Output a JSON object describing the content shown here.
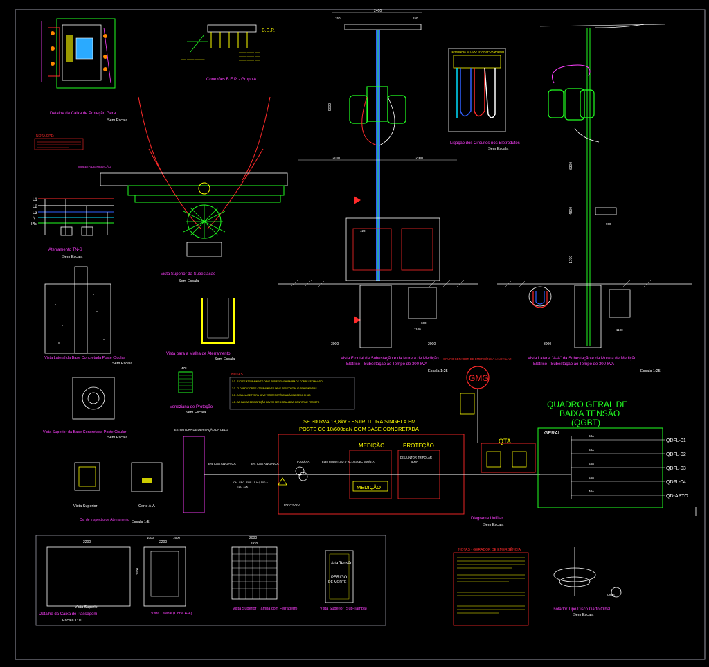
{
  "colors": {
    "background": "#000000",
    "border": "#9a9aa8",
    "accent_white": "#ffffff",
    "accent_yellow": "#ffff00",
    "accent_red": "#ff2a2a",
    "accent_magenta": "#ff40ff",
    "accent_green": "#22ff22",
    "accent_blue": "#3060ff",
    "accent_cyan": "#00e0ff"
  },
  "titles": {
    "caixa_protecao": "Detalhe da Caixa de Proteção Geral",
    "sem_escala": "Sem Escala",
    "conexoes_bep": "Conexões B.E.P. - Grupo A",
    "bep": "B.E.P.",
    "aterramento_tns": "Aterramento TN-S",
    "vista_superior_subestacao": "Vista Superior da Subestação",
    "muleta": "MULETA DE MEDIÇÃO",
    "ligacao_circuitos": "Ligação dos Circuitos nos Eletrodutos",
    "terminais": "TERMINAIS B.T. DO TRANSFORMADOR",
    "vista_frontal": "Vista Frontal da Subestação e da Mureta de Medição",
    "vista_frontal_2": "Elétrico - Subestação ao Tempo de 300 kVA",
    "vista_lateral": "Vista Lateral \"A-A\" da Subestação e da Mureta de Medição",
    "vista_lateral_2": "Elétrico - Subestação ao Tempo de 300 kVA",
    "escala_125": "Escala 1:25",
    "base_concretada": "Vista Lateral da Base Concretada Poste Cicular",
    "malha": "Vista para a Malha de Aterramento",
    "base_superior": "Vista Superior da Base Concretada Poste Cicular",
    "veneziana": "Veneziana de Proteção",
    "cx_inspecao": "Cx. de Inspeção de Aterramento",
    "escala_15": "Escala 1:5",
    "vista_superior": "Vista Superior",
    "corte_aa": "Corte A-A",
    "diagrama": "Diagrama Unifilar",
    "caixa_passagem": "Detalhe da Caixa de Passagem",
    "escala_110": "Escala 1:10",
    "vista_sup_2": "Vista Superior",
    "vista_lat_2": "Vista Lateral (Corte A-A)",
    "vista_tampa": "Vista Superior (Tampa com Ferragem)",
    "vista_sub_tampa": "Vista Superior (Sub-Tampa)",
    "isolador": "Isolador Tipo Disco Garfo Olhal",
    "uniao": "União",
    "nota_cpe": "NOTA CPE:"
  },
  "notas": {
    "header": "NOTAS",
    "lines": [
      "1.0 - ELO DE ATERRAMENTO DEVE SER FEITO EM BARRA DE COBRE ESTANHADO",
      "2.0 - O CONDUTOR DE ATERRAMENTO DEVE SER CONTÍNUO SEM EMENDAS",
      "3.0 - A MALHA DE TERRA DEVE TER RESISTÊNCIA MÁXIMA DE 10 OHMS",
      "4.0 - AS CAIXAS DE INSPEÇÃO DEVEM SER INSTALADAS CONFORME PROJETO"
    ]
  },
  "gmg": {
    "label": "GMG",
    "title": "GRUPO GERADOR DE EMERGÊNCIA A INSTALAR",
    "notes_header": "NOTAS - GERADOR DE EMERGÊNCIA"
  },
  "diagram": {
    "title_1": "SE 300kVA 13,8kV - ESTRUTURA SINGELA EM",
    "title_2": "POSTE CC 10/600daN COM BASE CONCRETADA",
    "medicao": "MEDIÇÃO",
    "protecao": "PROTEÇÃO",
    "medicao_box": "MEDIÇÃO",
    "qta": "QTA",
    "derivacao": "ESTRUTURA DE DERIVAÇÃO DA CELG",
    "cabo_1": "3#4 CAA AWG#4CA",
    "cabo_2": "3#4 CAA AWG#4CA",
    "chave": "CH. SEC. FUS 15 kV, 100 A",
    "elo": "ELO 12K",
    "trafo": "T-300kVA",
    "para_raio": "PARA-RAIO",
    "disjuntor": "DISJUNTOR TRIPOLAR",
    "disj_rating": "500A",
    "tc": "TC 500/5 A",
    "eletroduto": "ELETRODUTO Ø 3\" AÇO GALV."
  },
  "qgbt": {
    "title_1": "QUADRO GERAL DE",
    "title_2": "BAIXA TENSÃO",
    "title_3": "(QGBT)",
    "geral": "GERAL",
    "circuits": [
      {
        "label": "QDFL-01",
        "breaker": "63A"
      },
      {
        "label": "QDFL-02",
        "breaker": "63A"
      },
      {
        "label": "QDFL-03",
        "breaker": "63A"
      },
      {
        "label": "QDFL-04",
        "breaker": "63A"
      },
      {
        "label": "QD-APTO",
        "breaker": "40A"
      }
    ]
  },
  "bt_labels": [
    "L1",
    "L2",
    "L3",
    "N",
    "PE"
  ],
  "dims": {
    "w2400": "2400",
    "w150a": "150",
    "w150b": "150",
    "w2000a": "2000",
    "w2000b": "2000",
    "w3000a": "3000",
    "w2000c": "2000",
    "w3000b": "3000",
    "w1100a": "1100",
    "w600": "600",
    "w1100b": "1100",
    "w2200a": "2200",
    "w2200b": "2200",
    "w1600": "1600",
    "w2000d": "2000",
    "w1920": "1920",
    "w1000": "1000",
    "w470": "470",
    "w420": "420",
    "w900": "900",
    "h9000": "9000",
    "h6300": "6300",
    "h4800": "4800",
    "h1700": "1700",
    "h1400": "1400"
  },
  "placas": {
    "alta": "Alta Tensão",
    "perigo": "PERIGO",
    "morte": "DE MORTE"
  }
}
